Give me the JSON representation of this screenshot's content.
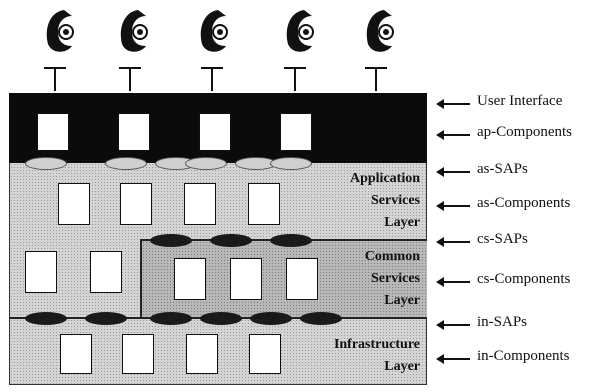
{
  "layers": {
    "application_services": [
      "Application",
      "Services",
      "Layer"
    ],
    "common_services": [
      "Common",
      "Services",
      "Layer"
    ],
    "infrastructure": [
      "Infrastructure",
      "Layer"
    ]
  },
  "annotations": [
    "User Interface",
    "ap-Components",
    "as-SAPs",
    "as-Components",
    "cs-SAPs",
    "cs-Components",
    "in-SAPs",
    "in-Components"
  ]
}
